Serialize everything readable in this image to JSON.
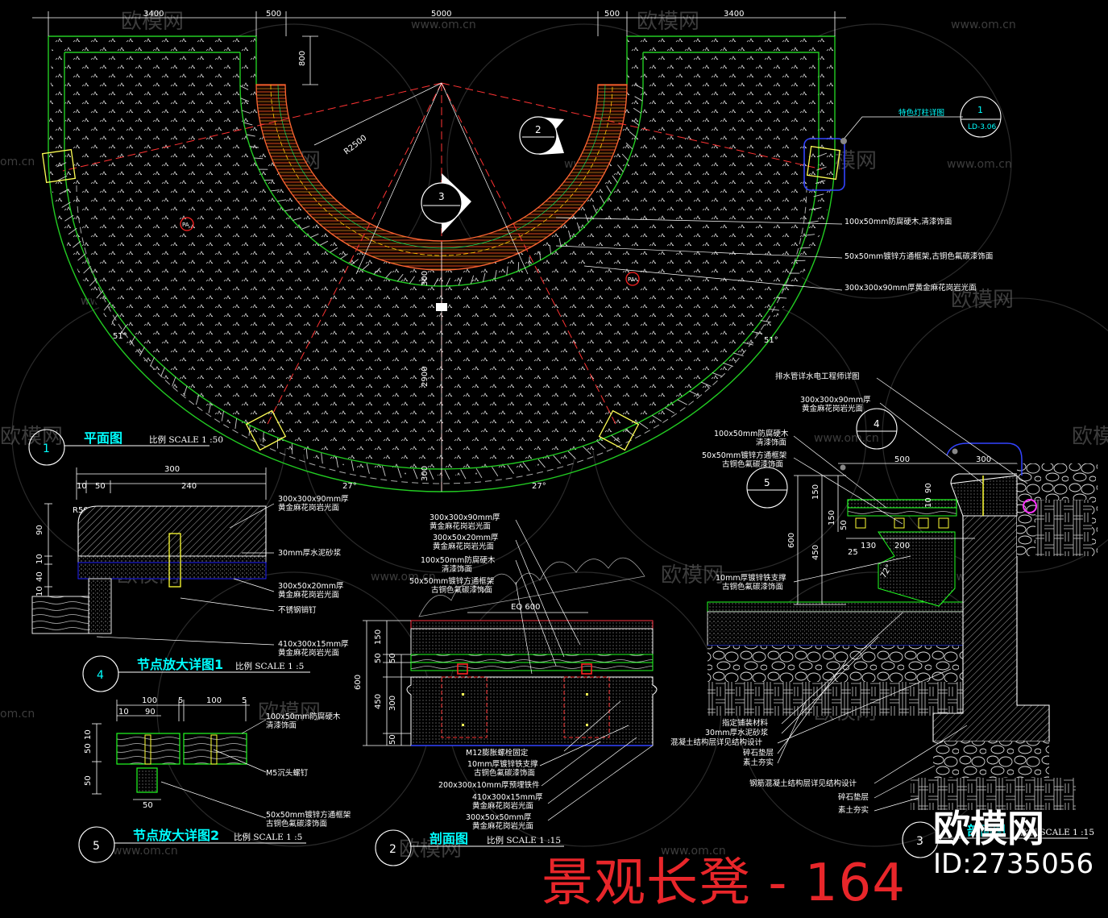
{
  "banner": "景观长凳 - 164",
  "brand": {
    "logo": "欧模网",
    "id": "ID:2735056"
  },
  "watermark": {
    "url": "www.om.cn",
    "url_short": "om.cn",
    "logo": "欧模网"
  },
  "plan": {
    "title": "平面图",
    "scale": "比例 SCALE 1 :50",
    "number": "1",
    "dims_top": [
      "3400",
      "500",
      "5000",
      "500",
      "3400"
    ],
    "dim_800": "800",
    "radius": "R2500",
    "dim_300a": "300",
    "dim_2900": "2900",
    "dim_300b": "300",
    "angles": [
      "51°",
      "51°",
      "27°",
      "27°"
    ],
    "pa": "PA",
    "callout_lamp": "特色灯柱详图",
    "callout_lamp_num": "1",
    "callout_lamp_ref": "LD-3.06",
    "section_marks": [
      "2",
      "3"
    ],
    "notes": [
      "100x50mm防腐硬木,清漆饰面",
      "50x50mm镀锌方通框架,古铜色氟碳漆饰面",
      "300x300x90mm厚黄金麻花岗岩光面"
    ]
  },
  "detail1": {
    "title": "节点放大详图1",
    "scale": "比例 SCALE 1 :5",
    "number": "4",
    "dims": [
      "300",
      "10",
      "50",
      "240",
      "R50",
      "90",
      "10",
      "40",
      "10"
    ],
    "notes": [
      "300x300x90mm厚",
      "黄金麻花岗岩光面",
      "30mm厚水泥砂浆",
      "300x50x20mm厚",
      "黄金麻花岗岩光面",
      "不锈钢销钉",
      "410x300x15mm厚",
      "黄金麻花岗岩光面"
    ]
  },
  "detail2": {
    "title": "节点放大详图2",
    "scale": "比例 SCALE 1 :5",
    "number": "5",
    "dims": [
      "100",
      "5",
      "100",
      "5",
      "10",
      "90",
      "10",
      "50",
      "50",
      "50"
    ],
    "notes": [
      "100x50mm防腐硬木",
      "清漆饰面",
      "M5沉头螺钉",
      "50x50mm镀锌方通框架",
      "古铜色氟碳漆饰面"
    ]
  },
  "section": {
    "title": "剖面图",
    "scale": "比例 SCALE 1 :15",
    "number": "2",
    "eq": "EQ 600",
    "dims": [
      "600",
      "150",
      "50",
      "50",
      "450",
      "300",
      "50"
    ],
    "notes_top": [
      "300x300x90mm厚",
      "黄金麻花岗岩光面",
      "300x50x20mm厚",
      "黄金麻花岗岩光面",
      "100x50mm防腐硬木",
      "清漆饰面",
      "50x50mm镀锌方通框架",
      "古铜色氟碳漆饰面"
    ],
    "notes_bottom": [
      "M12膨胀螺栓固定",
      "10mm厚镀锌铁支撑",
      "古铜色氟碳漆饰面",
      "200x300x10mm厚预埋铁件",
      "410x300x15mm厚",
      "黄金麻花岗岩光面",
      "300x50x50mm厚",
      "黄金麻花岗岩光面"
    ]
  },
  "elevation": {
    "title": "剖面图",
    "scale": "比例 SCALE 1 :15",
    "number": "3",
    "mark4": "4",
    "mark5": "5",
    "dims": [
      "500",
      "300",
      "150",
      "150",
      "600",
      "450",
      "90",
      "10",
      "50",
      "25",
      "130",
      "200",
      "72°"
    ],
    "notes_top": [
      "排水管详水电工程师详图",
      "300x300x90mm厚",
      "黄金麻花岗岩光面",
      "100x50mm防腐硬木",
      "清漆饰面",
      "50x50mm镀锌方通框架",
      "古铜色氟碳漆饰面",
      "10mm厚镀锌铁支撑",
      "古铜色氟碳漆饰面"
    ],
    "notes_bottom": [
      "指定铺装材料",
      "30mm厚水泥砂浆",
      "混凝土结构层详见结构设计",
      "碎石垫层",
      "素土夯实",
      "钢筋混凝土结构层详见结构设计",
      "碎石垫层",
      "素土夯实"
    ]
  }
}
